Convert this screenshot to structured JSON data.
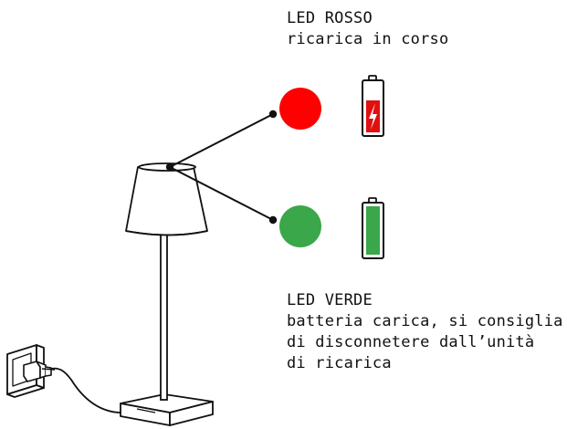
{
  "red_led": {
    "title": "LED ROSSO",
    "description_lines": [
      "ricarica in corso"
    ],
    "dot_color": "#ff0000",
    "battery_icon": "battery-charging-icon",
    "battery_fill_color": "#e01010"
  },
  "green_led": {
    "title": "LED VERDE",
    "description_lines": [
      "batteria carica, si consiglia",
      "di disconnetere dall’unità",
      "di ricarica"
    ],
    "dot_color": "#3aa74a",
    "battery_icon": "battery-full-icon",
    "battery_fill_color": "#3aa74a"
  },
  "line_color": "#111111"
}
